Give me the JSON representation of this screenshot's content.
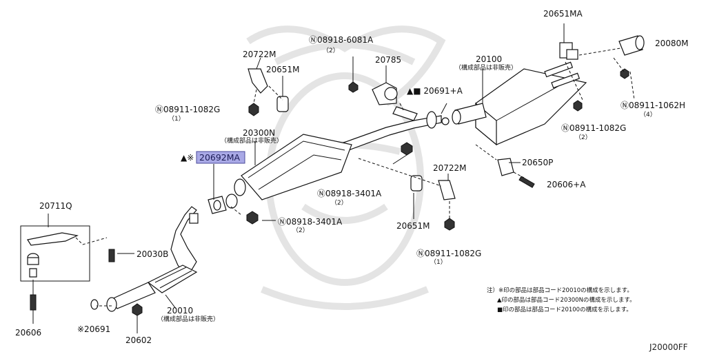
{
  "parts": {
    "p20651MA": "20651MA",
    "p20080M": "20080M",
    "p08918_6081A": "Ⓝ08918-6081A",
    "p08918_6081A_qty": "（2）",
    "p20785": "20785",
    "p20722M_top": "20722M",
    "p20651M_top": "20651M",
    "p20100": "20100",
    "p20100_note": "（構成部品は非販売）",
    "p20691A": "▲■ 20691+A",
    "p08911_1062H": "Ⓝ08911-1062H",
    "p08911_1062H_qty": "（4）",
    "p08911_1082G_left": "Ⓝ08911-1082G",
    "p08911_1082G_left_qty": "（1）",
    "p20300N": "20300N",
    "p20300N_note": "（構成部品は非販売）",
    "p08911_1082G_right": "Ⓝ08911-1082G",
    "p08911_1082G_right_qty": "（2）",
    "p20692MA_prefix": "▲※",
    "p20692MA": "20692MA",
    "p20722M_mid": "20722M",
    "p20650P": "20650P",
    "p08918_3401A_mid": "Ⓝ08918-3401A",
    "p08918_3401A_mid_qty": "（2）",
    "p20606A": "20606+A",
    "p20711Q": "20711Q",
    "p08918_3401A_low": "Ⓝ08918-3401A",
    "p08918_3401A_low_qty": "（2）",
    "p20651M_mid": "20651M",
    "p20030B": "20030B",
    "p08911_1082G_bottom": "Ⓝ08911-1082G",
    "p08911_1082G_bottom_qty": "（1）",
    "p20010": "20010",
    "p20010_note": "（構成部品は非販売）",
    "p20606": "20606",
    "p20691": "※20691",
    "p20602": "20602"
  },
  "notes": {
    "line1": "注）※印の部品は部品コード20010の構成を示します。",
    "line2": "▲印の部品は部品コード20300Nの構成を示します。",
    "line3": "■印の部品は部品コード20100の構成を示します。"
  },
  "diagram_code": "J20000FF",
  "colors": {
    "highlight": "#a9a9e6",
    "ink": "#111111",
    "watermark": "#e4e4e4"
  }
}
